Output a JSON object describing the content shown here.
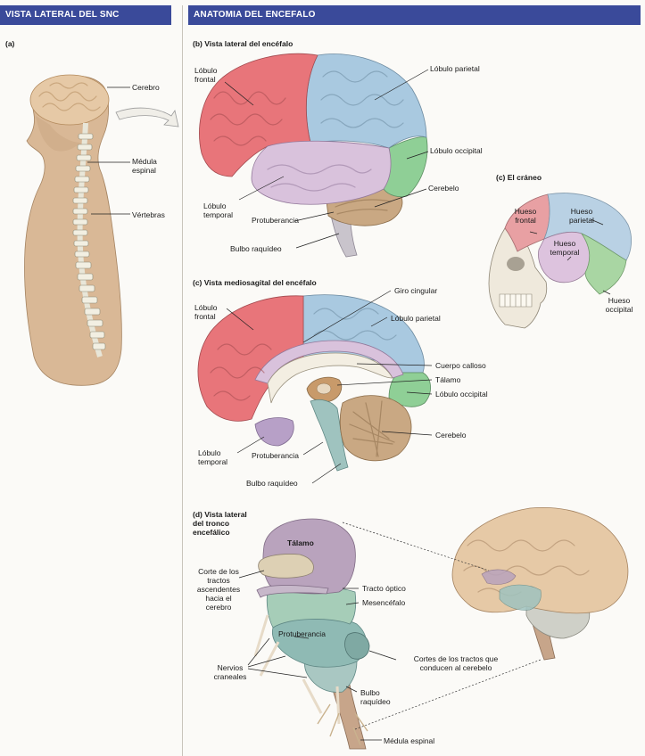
{
  "headers": {
    "left": "VISTA LATERAL DEL SNC",
    "right": "ANATOMIA DEL ENCEFALO"
  },
  "panel_a": {
    "marker": "(a)",
    "labels": {
      "cerebro": "Cerebro",
      "medula": "Médula espinal",
      "vertebras": "Vértebras"
    }
  },
  "panel_b": {
    "title": "(b) Vista lateral del encéfalo",
    "labels": {
      "lobulo_frontal": "Lóbulo frontal",
      "lobulo_parietal": "Lóbulo parietal",
      "lobulo_occipital": "Lóbulo occipital",
      "lobulo_temporal": "Lóbulo temporal",
      "cerebelo": "Cerebelo",
      "protuberancia": "Protuberancia",
      "bulbo": "Bulbo raquídeo"
    }
  },
  "panel_c": {
    "title": "(c) El cráneo",
    "labels": {
      "frontal": "Hueso frontal",
      "parietal": "Hueso parietal",
      "temporal": "Hueso temporal",
      "occipital": "Hueso occipital"
    }
  },
  "panel_mid": {
    "title": "(c) Vista mediosagital del encéfalo",
    "labels": {
      "giro_cingular": "Giro cingular",
      "lobulo_frontal": "Lóbulo frontal",
      "lobulo_parietal": "Lóbulo parietal",
      "cuerpo_calloso": "Cuerpo calloso",
      "talamo": "Tálamo",
      "lobulo_occipital": "Lóbulo occipital",
      "cerebelo": "Cerebelo",
      "lobulo_temporal": "Lóbulo temporal",
      "protuberancia": "Protuberancia",
      "bulbo": "Bulbo raquídeo"
    }
  },
  "panel_d": {
    "title": "(d) Vista lateral del tronco encefálico",
    "labels": {
      "talamo": "Tálamo",
      "corte_ascendentes": "Corte de los tractos ascendentes hacia el cerebro",
      "tracto_optico": "Tracto óptico",
      "mesencefalo": "Mesencéfalo",
      "protuberancia": "Protuberancia",
      "nervios": "Nervios craneales",
      "corte_cerebelo": "Cortes de los tractos que conducen al cerebelo",
      "bulbo": "Bulbo raquídeo",
      "medula": "Médula espinal"
    }
  },
  "colors": {
    "header": "#3a4a9a",
    "frontal": "#e8757a",
    "parietal": "#a9c9e0",
    "occipital": "#8fcf96",
    "temporal": "#d9c2dc",
    "cerebelo": "#c9a883",
    "tronco": "#9fc3bf",
    "cerebro_generico": "#e6c9a6",
    "piel": "#d9b896"
  }
}
